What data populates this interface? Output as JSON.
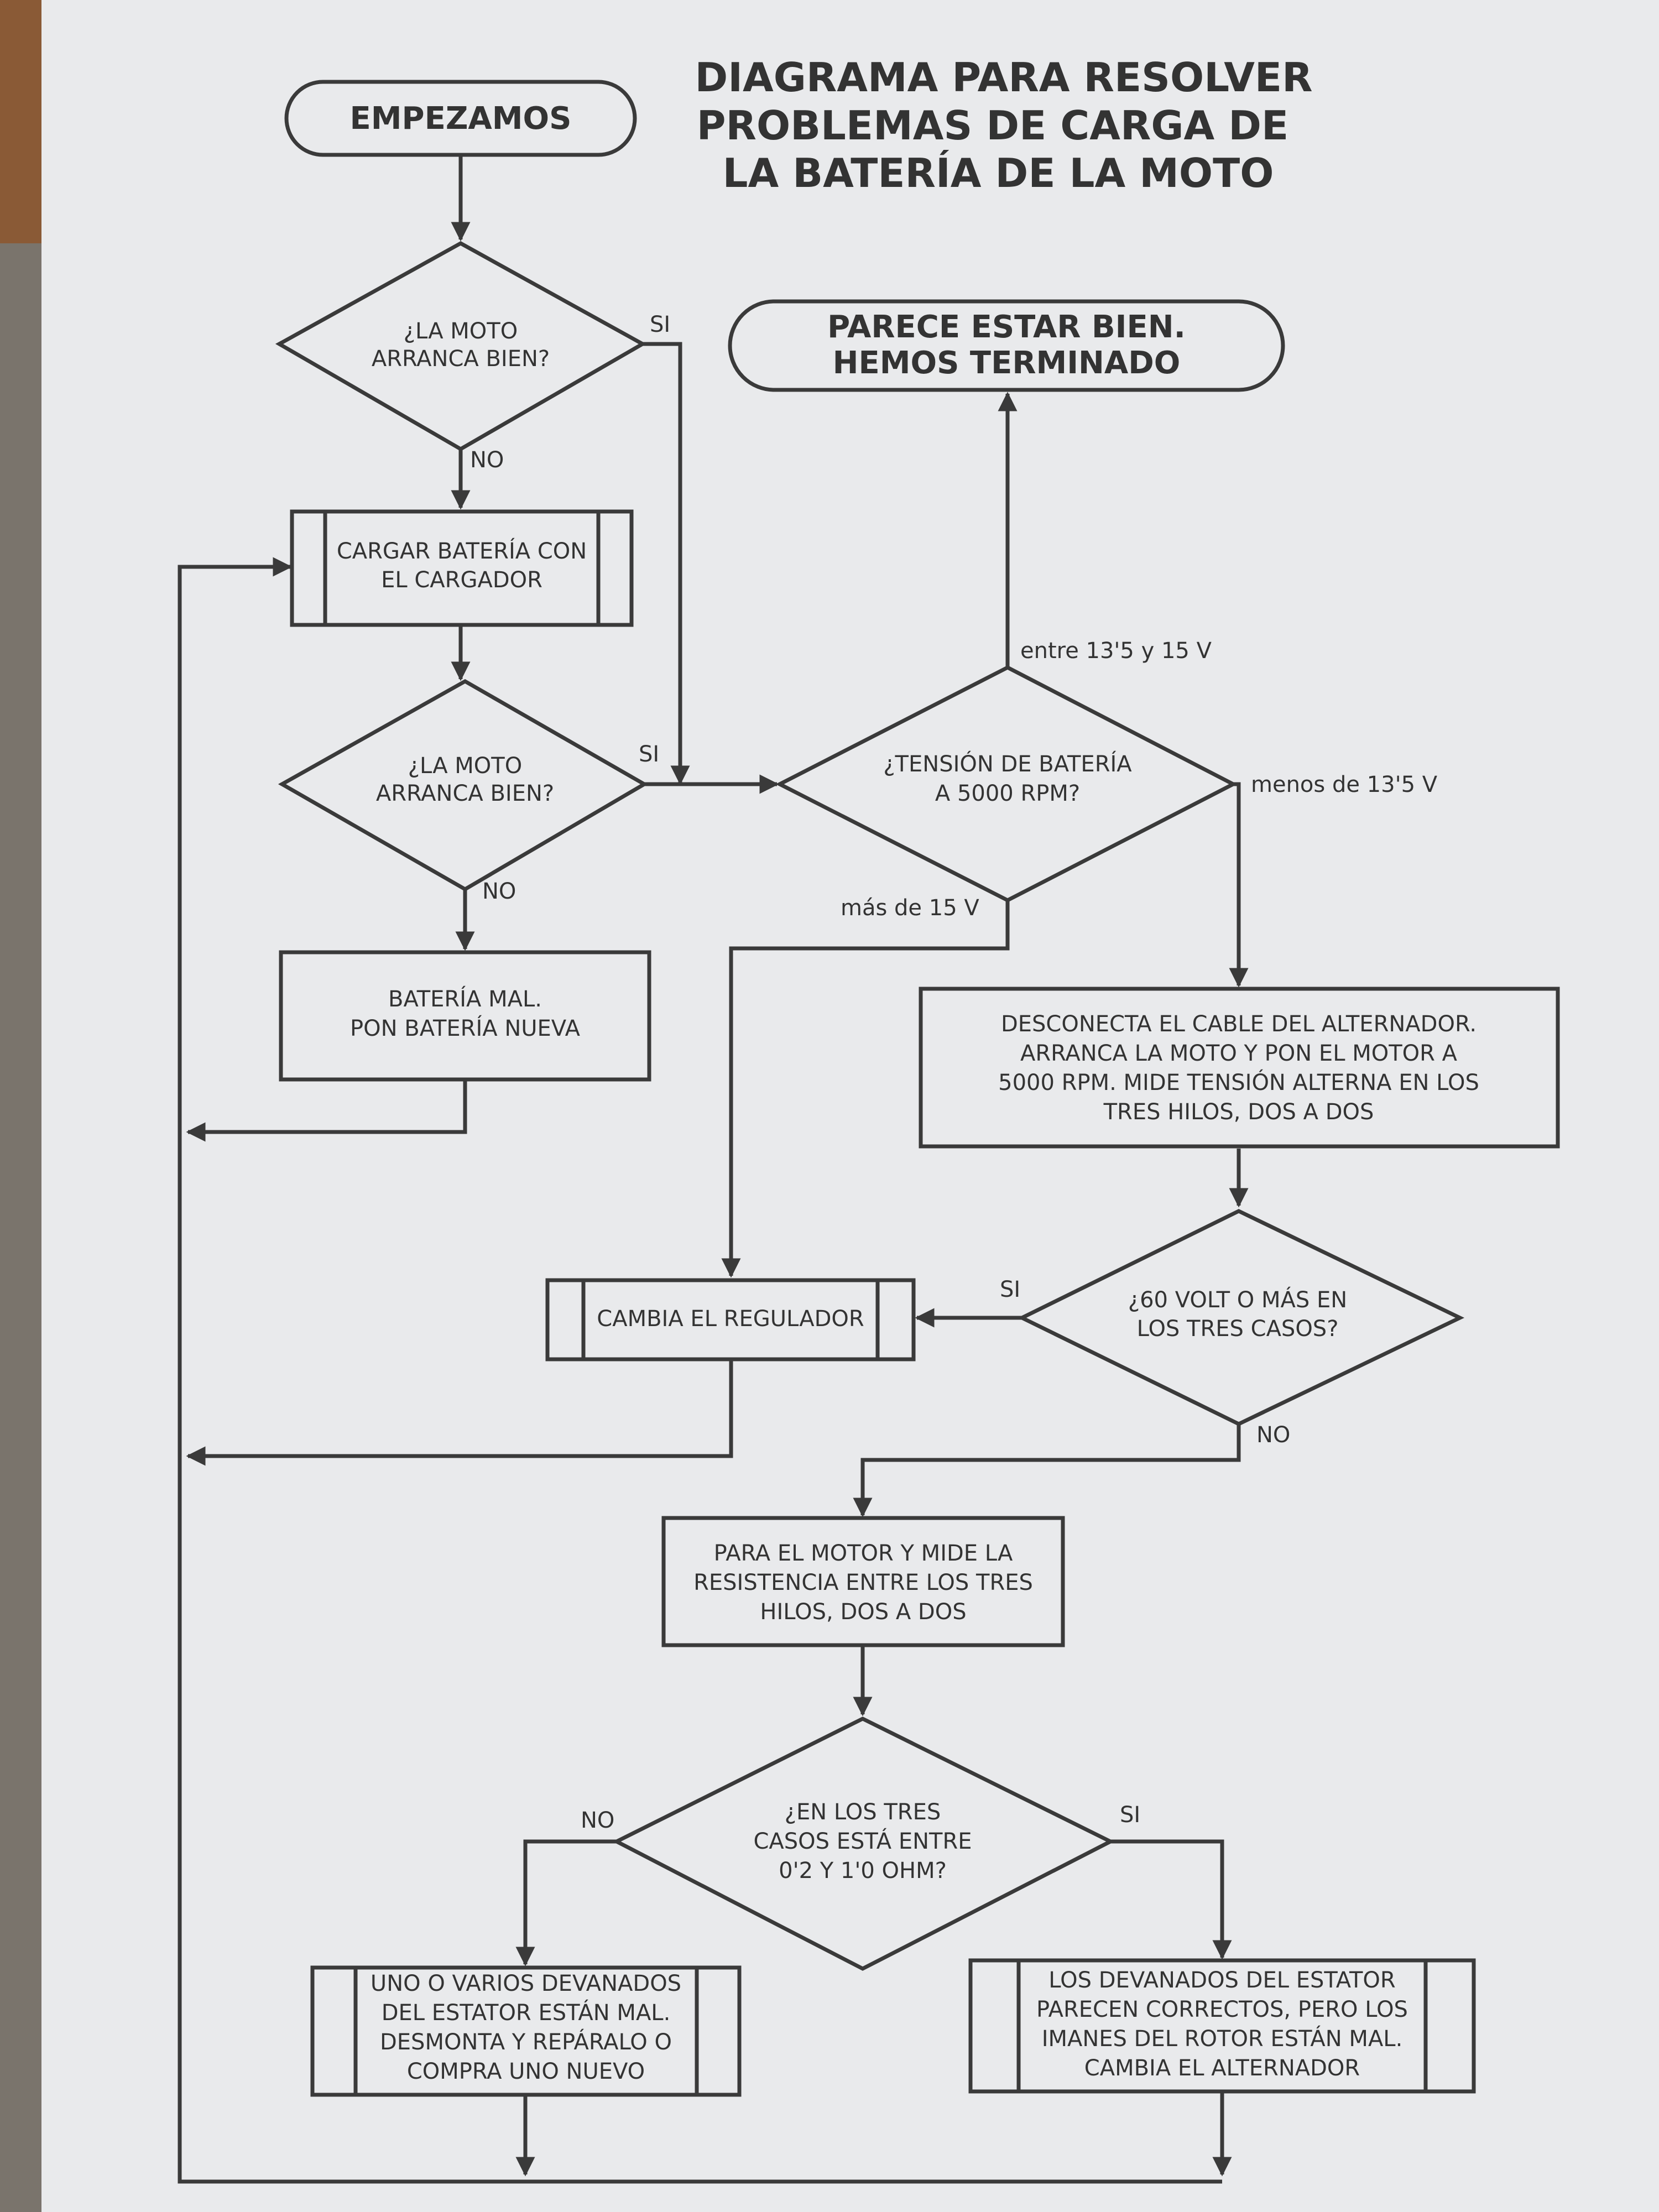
{
  "title": {
    "lines": [
      "DIAGRAMA PARA RESOLVER",
      "PROBLEMAS DE CARGA DE",
      "LA BATERÍA DE LA MOTO"
    ]
  },
  "nodes": {
    "start": {
      "lines": [
        "EMPEZAMOS"
      ]
    },
    "end": {
      "lines": [
        "PARECE ESTAR BIEN.",
        "HEMOS TERMINADO"
      ]
    },
    "q_arranca_1": {
      "lines": [
        "¿LA MOTO",
        "ARRANCA BIEN?"
      ]
    },
    "cargar_bateria": {
      "lines": [
        "CARGAR BATERÍA CON",
        "EL CARGADOR"
      ]
    },
    "q_arranca_2": {
      "lines": [
        "¿LA MOTO",
        "ARRANCA BIEN?"
      ]
    },
    "q_tension": {
      "lines": [
        "¿TENSIÓN DE BATERÍA",
        "A 5000 RPM?"
      ]
    },
    "bateria_mal": {
      "lines": [
        "BATERÍA MAL.",
        "PON BATERÍA NUEVA"
      ]
    },
    "desconecta": {
      "lines": [
        "DESCONECTA EL CABLE DEL ALTERNADOR.",
        "ARRANCA LA MOTO Y PON EL MOTOR A",
        "5000 RPM. MIDE TENSIÓN ALTERNA EN LOS",
        "TRES HILOS, DOS A DOS"
      ]
    },
    "cambia_regulador": {
      "lines": [
        "CAMBIA EL REGULADOR"
      ]
    },
    "q_60volt": {
      "lines": [
        "¿60 VOLT O MÁS EN",
        "LOS TRES CASOS?"
      ]
    },
    "para_motor": {
      "lines": [
        "PARA EL MOTOR Y MIDE LA",
        "RESISTENCIA ENTRE LOS TRES",
        "HILOS, DOS A DOS"
      ]
    },
    "q_resistencia": {
      "lines": [
        "¿EN LOS TRES",
        "CASOS ESTÁ ENTRE",
        "0'2 Y 1'0 OHM?"
      ]
    },
    "devanados_mal": {
      "lines": [
        "UNO O VARIOS DEVANADOS",
        "DEL ESTATOR ESTÁN MAL.",
        "DESMONTA Y REPÁRALO O",
        "COMPRA UNO NUEVO"
      ]
    },
    "imanes_mal": {
      "lines": [
        "LOS DEVANADOS DEL ESTATOR",
        "PARECEN CORRECTOS, PERO LOS",
        "IMANES DEL ROTOR ESTÁN MAL.",
        "CAMBIA EL ALTERNADOR"
      ]
    }
  },
  "edge_labels": {
    "si_1": "SI",
    "no_1": "NO",
    "si_2": "SI",
    "no_2": "NO",
    "entre": "entre 13'5 y 15 V",
    "menos": "menos de 13'5 V",
    "mas": "más de 15 V",
    "si_60": "SI",
    "no_60": "NO",
    "no_res": "NO",
    "si_res": "SI"
  }
}
